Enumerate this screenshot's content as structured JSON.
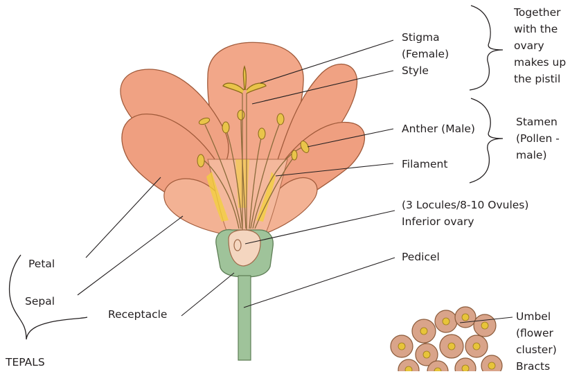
{
  "labels": {
    "stigma": "Stigma",
    "stigma_sub": "(Female)",
    "style": "Style",
    "pistil_note": [
      "Together",
      "with the",
      "ovary",
      "makes up",
      "the pistil"
    ],
    "anther": "Anther (Male)",
    "filament": "Filament",
    "stamen_note": [
      "Stamen",
      "(Pollen -",
      "male)"
    ],
    "ovules": "(3 Locules/8-10 Ovules)",
    "ovary": "Inferior ovary",
    "pedicel": "Pedicel",
    "petal": "Petal",
    "sepal": "Sepal",
    "receptacle": "Receptacle",
    "tepals": "TEPALS",
    "umbel_note": [
      "Umbel",
      "(flower",
      "cluster)",
      "Bracts"
    ]
  },
  "colors": {
    "petal_fill": "#f0a283",
    "petal_stroke": "#a05a3a",
    "yellow": "#f3d23a",
    "receptacle": "#9fc39a",
    "line": "#231f20"
  }
}
